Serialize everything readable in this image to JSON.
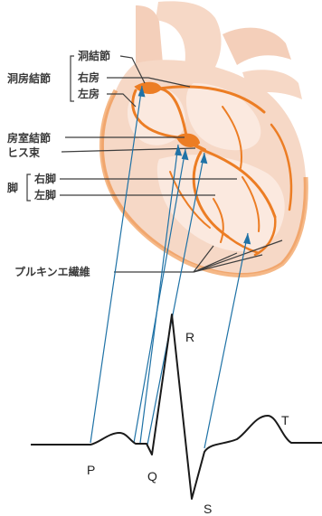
{
  "labels": {
    "sa_group": "洞房結節",
    "sa_node": "洞結節",
    "right_atrium": "右房",
    "left_atrium": "左房",
    "av_node": "房室結節",
    "his_bundle": "ヒス束",
    "leg_group": "脚",
    "right_leg": "右脚",
    "left_leg": "左脚",
    "purkinje": "プルキンエ繊維"
  },
  "waves": {
    "p": "P",
    "q": "Q",
    "r": "R",
    "s": "S",
    "t": "T"
  },
  "colors": {
    "heart_fill": "#f6d8c6",
    "heart_light": "#fbe9df",
    "conduction": "#ec7d24",
    "leader": "#3d3d3d",
    "mapping_line": "#1f72a6",
    "ecg": "#1a1a1a"
  }
}
